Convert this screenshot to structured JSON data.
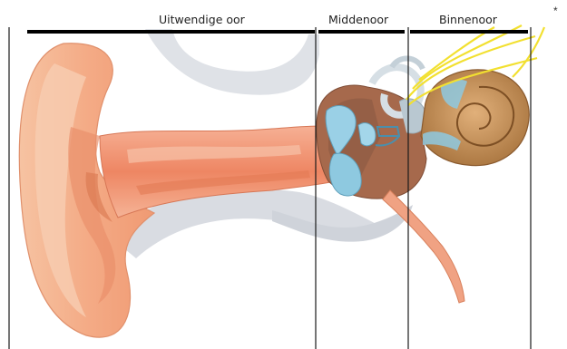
{
  "regions": {
    "outer": {
      "label": "Uitwendige oor"
    },
    "middle": {
      "label": "Middenoor"
    },
    "inner": {
      "label": "Binnenoor"
    }
  },
  "corner_mark": "*",
  "colors": {
    "divider": "#1a1a1a",
    "skin": "#f3b08c",
    "skin_dark": "#e38a62",
    "canal": "#f08e6a",
    "bone_shadow": "#d4d8de",
    "bone_light": "#eceef2",
    "ossicle_blue": "#8ec9e0",
    "middle_ear_brown": "#a86a4e",
    "cochlea": "#c8925e",
    "cochlea_dark": "#9a6a3e",
    "nerve": "#f2e030"
  }
}
